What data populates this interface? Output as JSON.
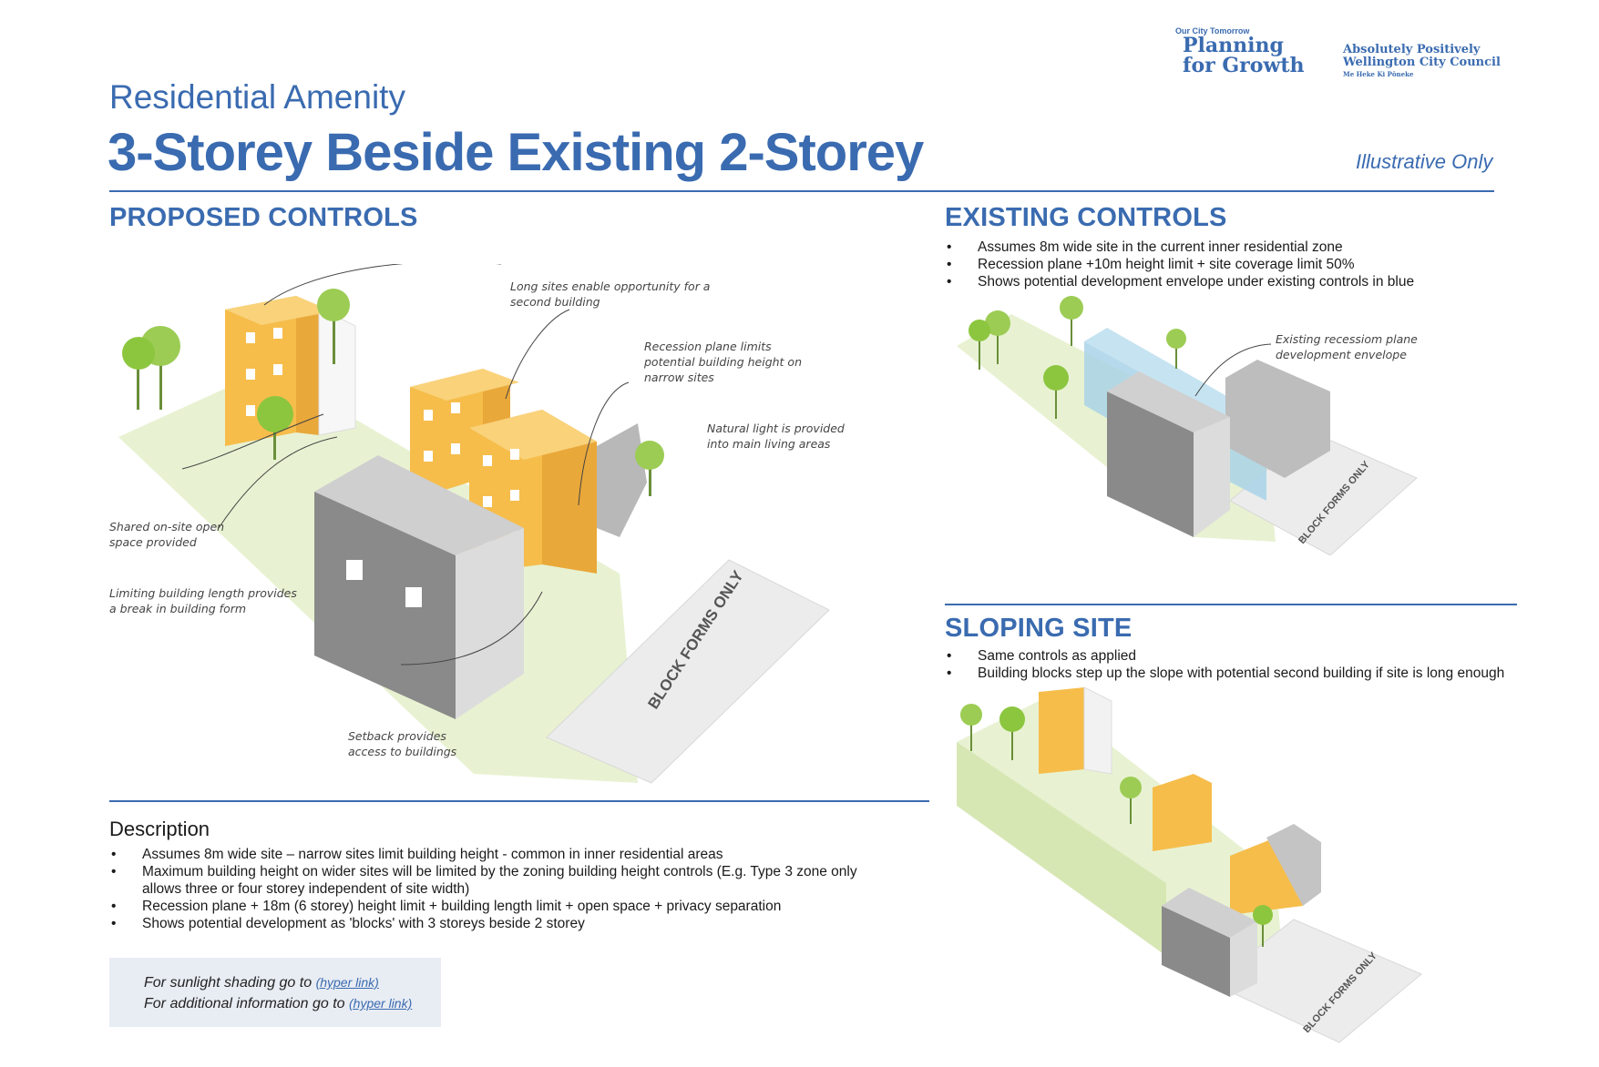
{
  "header": {
    "subtitle": "Residential Amenity",
    "title": "3-Storey Beside Existing 2-Storey",
    "note": "Illustrative Only"
  },
  "logos": {
    "planning": {
      "small": "Our City Tomorrow",
      "line1": "Planning",
      "line2": "for Growth"
    },
    "council": {
      "line1": "Absolutely Positively",
      "line2": "Wellington City Council",
      "line3": "Me Heke Ki Pōneke"
    }
  },
  "proposed": {
    "heading": "PROPOSED CONTROLS",
    "annotations": {
      "long_sites": "Long sites enable opportunity for a second building",
      "recession": "Recession plane limits potential building height on narrow sites",
      "natural_light": "Natural light is provided into main living areas",
      "shared_space": "Shared on-site open space provided",
      "building_length": "Limiting building length provides a break in building form",
      "setback": "Setback provides access to buildings"
    },
    "road_label": "BLOCK FORMS ONLY"
  },
  "existing": {
    "heading": "EXISTING CONTROLS",
    "bullets": [
      "Assumes 8m wide site in the current inner residential zone",
      "Recession plane +10m height limit + site coverage limit 50%",
      "Shows potential development envelope under existing controls in blue"
    ],
    "annotation": "Existing recessiom plane development envelope",
    "road_label": "BLOCK FORMS ONLY"
  },
  "sloping": {
    "heading": "SLOPING SITE",
    "bullets": [
      "Same controls as applied",
      "Building blocks step up the slope with potential second building if site is long enough"
    ],
    "road_label": "BLOCK FORMS ONLY"
  },
  "description": {
    "heading": "Description",
    "bullets": [
      "Assumes 8m wide site – narrow sites limit building height - common in inner residential areas",
      "Maximum building height on wider sites will be limited by the zoning building height controls (E.g. Type 3 zone only allows three or four storey independent of site width)",
      "Recession plane + 18m (6 storey) height limit + building length limit + open space + privacy separation",
      "Shows potential development as 'blocks' with 3 storeys beside 2 storey"
    ]
  },
  "links": {
    "line1_prefix": "For sunlight shading go to ",
    "line1_link": "(hyper link)",
    "line2_prefix": "For additional information go to ",
    "line2_link": "(hyper link)"
  },
  "colors": {
    "accent": "#3a6bb0",
    "orange": "#f2b445",
    "grey_house": "#8c8c8c",
    "envelope_blue": "#a9d3e8",
    "ground": "#e6f1cf",
    "tree": "#8cc63f"
  }
}
